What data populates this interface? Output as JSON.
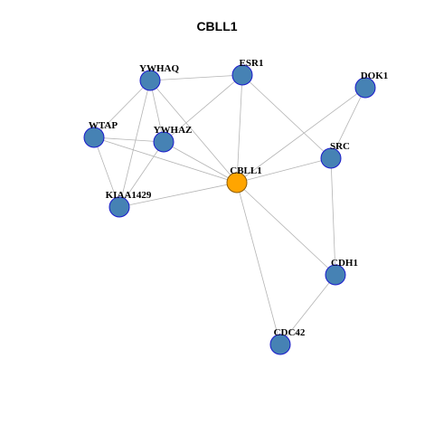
{
  "title": "CBLL1",
  "colors": {
    "node": "#4682b4",
    "center": "#ffa500",
    "edge": "#b4b4b4",
    "label": "#000000"
  },
  "nodes": [
    {
      "id": "CBLL1",
      "label": "CBLL1",
      "center": true
    },
    {
      "id": "YWHAQ",
      "label": "YWHAQ"
    },
    {
      "id": "ESR1",
      "label": "ESR1"
    },
    {
      "id": "DOK1",
      "label": "DOK1"
    },
    {
      "id": "WTAP",
      "label": "WTAP"
    },
    {
      "id": "YWHAZ",
      "label": "YWHAZ"
    },
    {
      "id": "SRC",
      "label": "SRC"
    },
    {
      "id": "KIAA1429",
      "label": "KIAA1429"
    },
    {
      "id": "CDH1",
      "label": "CDH1"
    },
    {
      "id": "CDC42",
      "label": "CDC42"
    }
  ],
  "edges": [
    [
      "YWHAQ",
      "ESR1"
    ],
    [
      "YWHAQ",
      "WTAP"
    ],
    [
      "YWHAQ",
      "YWHAZ"
    ],
    [
      "YWHAQ",
      "KIAA1429"
    ],
    [
      "YWHAQ",
      "CBLL1"
    ],
    [
      "ESR1",
      "YWHAZ"
    ],
    [
      "ESR1",
      "CBLL1"
    ],
    [
      "ESR1",
      "SRC"
    ],
    [
      "DOK1",
      "SRC"
    ],
    [
      "DOK1",
      "CBLL1"
    ],
    [
      "WTAP",
      "YWHAZ"
    ],
    [
      "WTAP",
      "KIAA1429"
    ],
    [
      "WTAP",
      "CBLL1"
    ],
    [
      "YWHAZ",
      "KIAA1429"
    ],
    [
      "YWHAZ",
      "CBLL1"
    ],
    [
      "KIAA1429",
      "CBLL1"
    ],
    [
      "CBLL1",
      "SRC"
    ],
    [
      "CBLL1",
      "CDH1"
    ],
    [
      "CBLL1",
      "CDC42"
    ],
    [
      "SRC",
      "CDH1"
    ],
    [
      "CDH1",
      "CDC42"
    ]
  ]
}
